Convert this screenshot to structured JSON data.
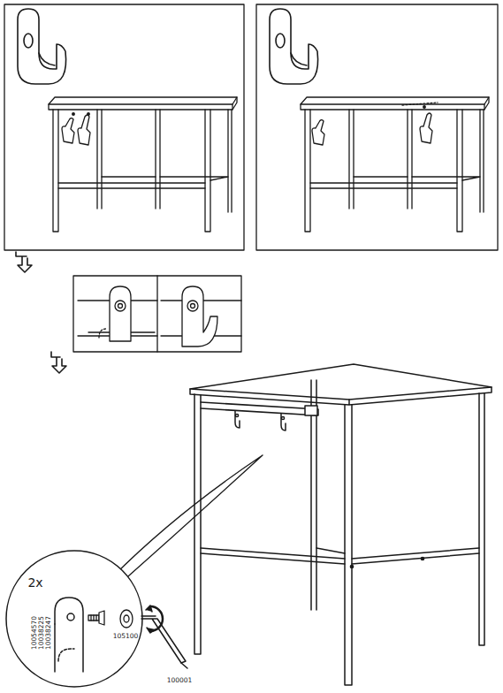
{
  "diagram": {
    "labels": [
      "2x",
      "10054570",
      "10038225",
      "10038247",
      "105100",
      "100001"
    ]
  }
}
